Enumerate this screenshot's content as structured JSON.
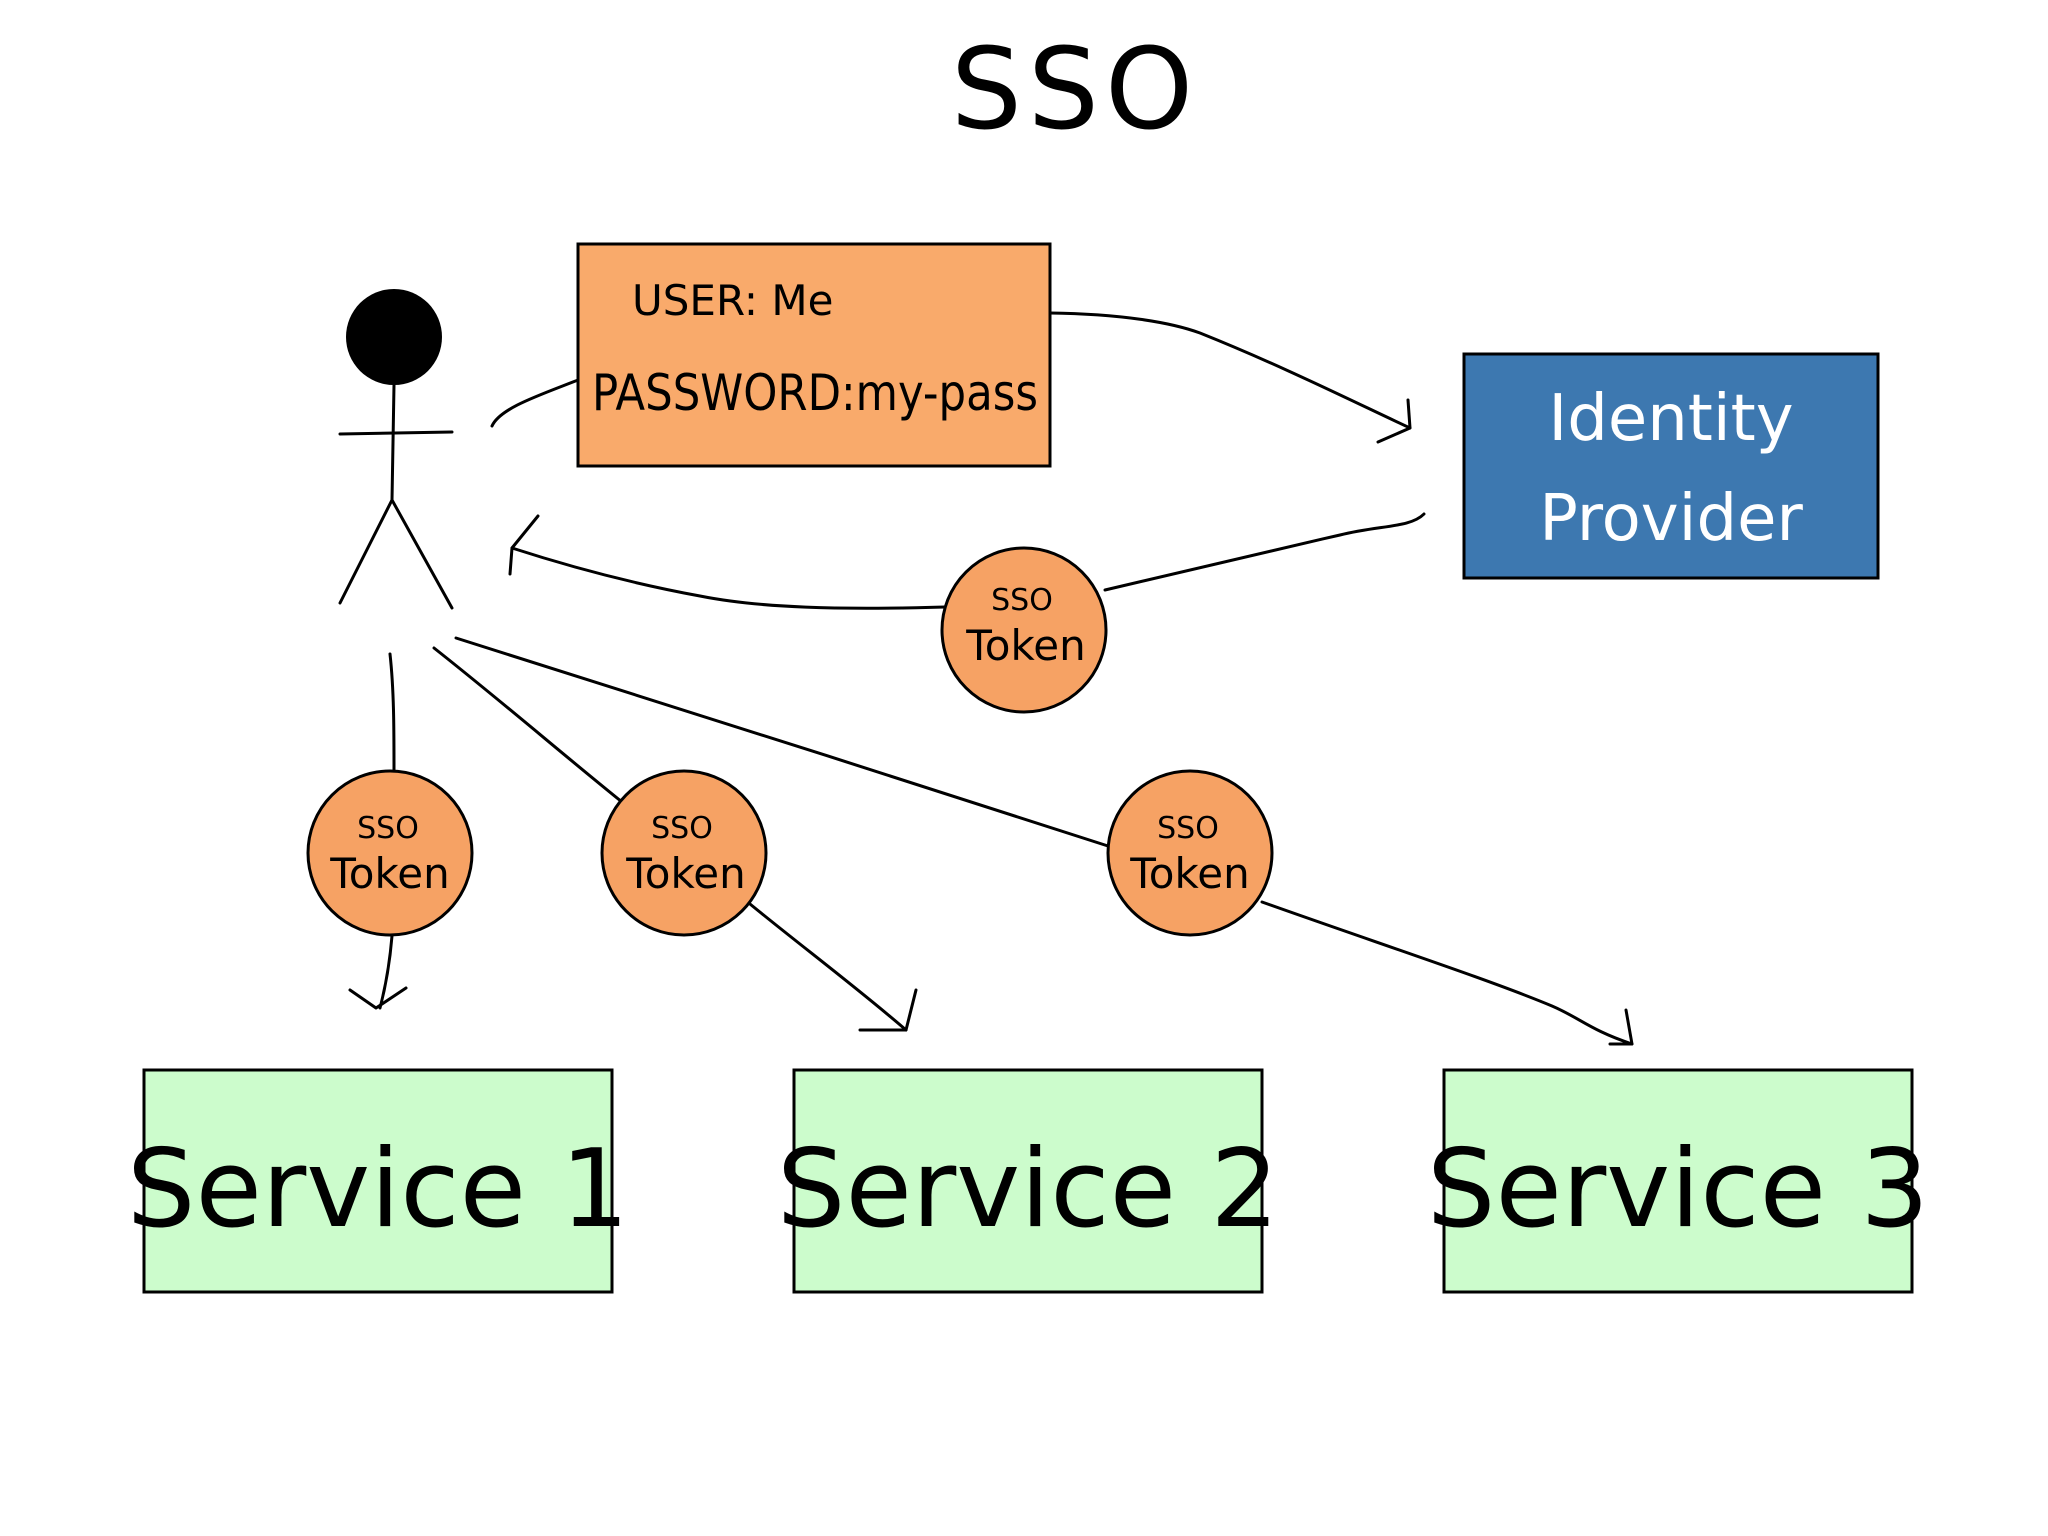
{
  "title": "SSO",
  "user": {
    "credentials": {
      "user_line": "USER: Me",
      "password_line": "PASSWORD:my-pass"
    }
  },
  "identity_provider": {
    "line1": "Identity",
    "line2": "Provider"
  },
  "tokens": [
    {
      "line1": "SSO",
      "line2": "Token"
    },
    {
      "line1": "SSO",
      "line2": "Token"
    },
    {
      "line1": "SSO",
      "line2": "Token"
    },
    {
      "line1": "SSO",
      "line2": "Token"
    }
  ],
  "services": [
    {
      "label": "Service 1"
    },
    {
      "label": "Service 2"
    },
    {
      "label": "Service 3"
    }
  ],
  "colors": {
    "credentials_fill": "#f9aa6b",
    "identity_provider_fill": "#3d78b0",
    "token_fill": "#f6a264",
    "service_fill": "#ccfccc",
    "ink": "#000000",
    "identity_text": "#ffffff"
  }
}
